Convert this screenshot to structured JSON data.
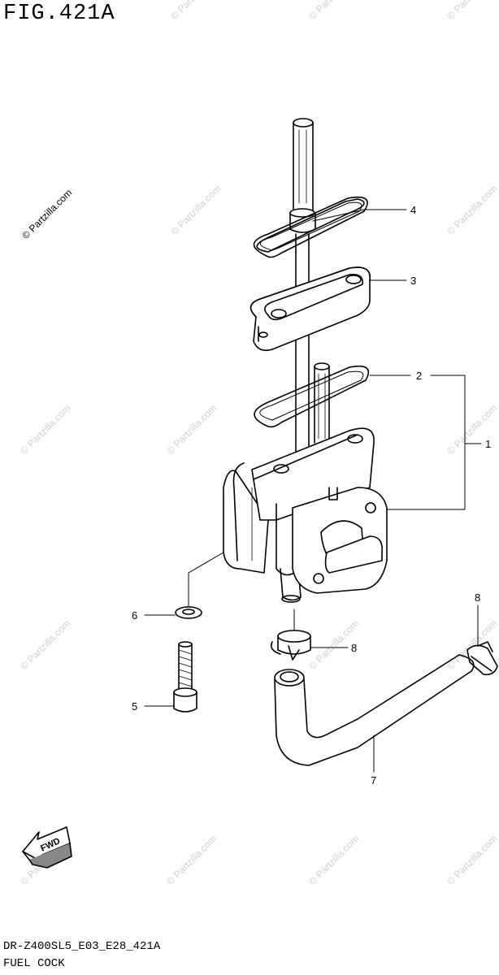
{
  "figure": {
    "title": "FIG.421A",
    "model_code": "DR-Z400SL5_E03_E28_421A",
    "section_name": "FUEL COCK"
  },
  "watermark": "© Partzilla.com",
  "callouts": [
    "1",
    "2",
    "3",
    "4",
    "5",
    "6",
    "7",
    "8",
    "8"
  ],
  "fwd_label": "FWD"
}
